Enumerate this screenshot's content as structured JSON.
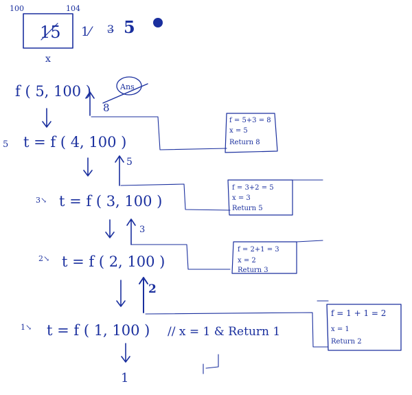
{
  "memory": {
    "address_start": "100",
    "address_end": "104",
    "cell_value": "15",
    "variable": "x",
    "history_1": "1⁄",
    "history_2": "3̶",
    "history_final": "5"
  },
  "calls": [
    {
      "prefix": "",
      "expr": "f ( 5, 100 )"
    },
    {
      "prefix": "5",
      "expr": "t = f ( 4, 100 )"
    },
    {
      "prefix": "3↘",
      "expr": "t = f ( 3, 100 )"
    },
    {
      "prefix": "2↘",
      "expr": "t = f ( 2, 100 )"
    },
    {
      "prefix": "1↘",
      "expr": "t = f ( 1, 100 )"
    }
  ],
  "base_case_note": "// x = 1 & Return 1",
  "final_result": "1",
  "answer_label": "Ans",
  "return_labels": [
    "8",
    "5",
    "3",
    "2"
  ],
  "frames": [
    {
      "line1": "f = 5+3 = 8",
      "line2": "x = 5",
      "line3": "Return 8"
    },
    {
      "line1": "f = 3+2 = 5",
      "line2": "x = 3",
      "line3": "Return 5"
    },
    {
      "line1": "f = 2+1 = 3",
      "line2": "x = 2",
      "line3": "Return 3"
    },
    {
      "line1": "f = 1 + 1 = 2",
      "line2": "x = 1",
      "line3": "Return 2"
    }
  ],
  "colors": {
    "ink": "#1a2f9e",
    "background": "#ffffff"
  }
}
